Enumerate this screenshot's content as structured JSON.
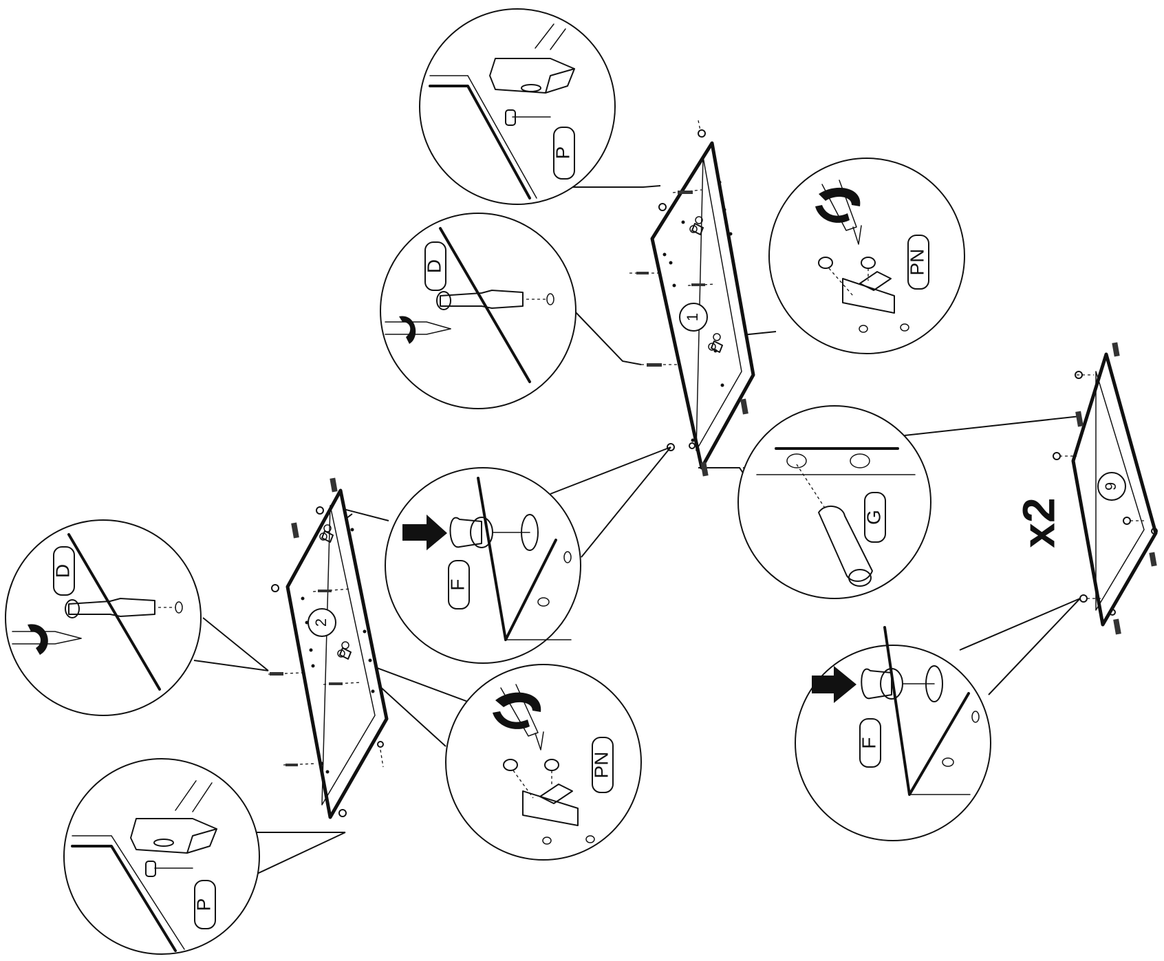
{
  "parts": {
    "panel_1": {
      "number": "1"
    },
    "panel_2": {
      "number": "2"
    },
    "panel_9": {
      "number": "9"
    }
  },
  "multiplier": "x2",
  "callouts": {
    "p_top": "P",
    "d_top": "D",
    "pn_top": "PN",
    "f_mid": "F",
    "g_mid": "G",
    "d_left": "D",
    "pn_bottom": "PN",
    "p_bottom": "P",
    "f_right": "F"
  }
}
